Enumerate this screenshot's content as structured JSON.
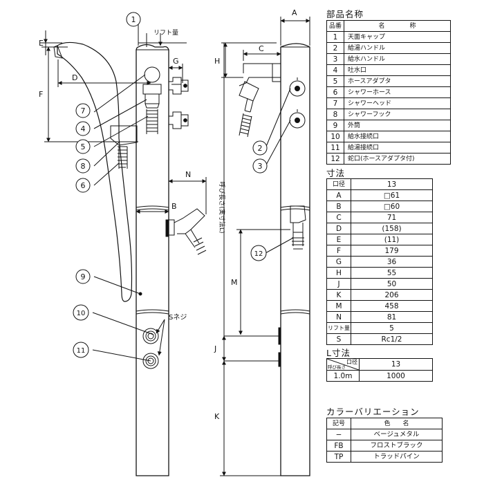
{
  "parts": {
    "title": "部品名称",
    "header": [
      "品番",
      "名　　　　称"
    ],
    "rows": [
      [
        "1",
        "天面キャップ"
      ],
      [
        "2",
        "給湯ハンドル"
      ],
      [
        "3",
        "給水ハンドル"
      ],
      [
        "4",
        "吐水口"
      ],
      [
        "5",
        "ホースアダプタ"
      ],
      [
        "6",
        "シャワーホース"
      ],
      [
        "7",
        "シャワーヘッド"
      ],
      [
        "8",
        "シャワーフック"
      ],
      [
        "9",
        "外筒"
      ],
      [
        "10",
        "給水接続口"
      ],
      [
        "11",
        "給湯接続口"
      ],
      [
        "12",
        "蛇口(ホースアダプタ付)"
      ]
    ]
  },
  "dimensions": {
    "title": "寸法",
    "header": [
      "口径",
      "13"
    ],
    "rows": [
      [
        "A",
        "□61"
      ],
      [
        "B",
        "□60"
      ],
      [
        "C",
        "71"
      ],
      [
        "D",
        "(158)"
      ],
      [
        "E",
        "(11)"
      ],
      [
        "F",
        "179"
      ],
      [
        "G",
        "36"
      ],
      [
        "H",
        "55"
      ],
      [
        "J",
        "50"
      ],
      [
        "K",
        "206"
      ],
      [
        "M",
        "458"
      ],
      [
        "N",
        "81"
      ],
      [
        "リフト量",
        "5"
      ],
      [
        "S",
        "Rc1/2"
      ]
    ]
  },
  "lsize": {
    "title": "L寸法",
    "corner_top": "口径",
    "corner_bottom": "呼び長さ",
    "header_value": "13",
    "rows": [
      [
        "1.0m",
        "1000"
      ]
    ]
  },
  "colors": {
    "title": "カラーバリエーション",
    "header": [
      "記号",
      "色　　名"
    ],
    "rows": [
      [
        "−",
        "ベージュメタル"
      ],
      [
        "FB",
        "フロストブラック"
      ],
      [
        "TP",
        "トラッドパイン"
      ]
    ]
  },
  "drawing": {
    "callouts": [
      "1",
      "2",
      "3",
      "4",
      "5",
      "6",
      "7",
      "8",
      "9",
      "10",
      "11",
      "12"
    ],
    "dim_labels": {
      "A": "A",
      "B": "B",
      "C": "C",
      "D": "D",
      "E": "E",
      "F": "F",
      "G": "G",
      "H": "H",
      "J": "J",
      "K": "K",
      "M": "M",
      "N": "N",
      "lift": "リフト量",
      "screw": "Sネジ",
      "length_note": "呼び長さ(実寸法L)"
    }
  }
}
